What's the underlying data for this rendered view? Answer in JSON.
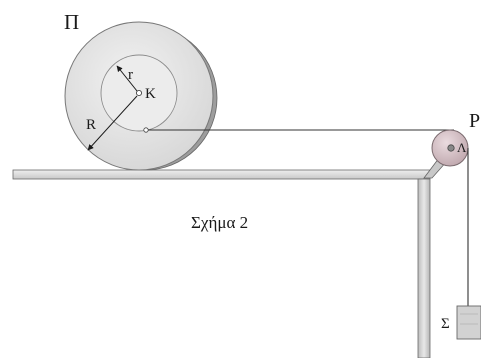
{
  "labels": {
    "wheel": "Π",
    "inner_radius": "r",
    "outer_radius": "R",
    "center": "K",
    "pulley": "P",
    "pulley_center": "Λ",
    "block": "Σ",
    "caption": "Σχήμα 2"
  },
  "colors": {
    "wheel_face": "#e4e4e4",
    "wheel_side": "#9d9d9d",
    "inner_ring": "#ebebeb",
    "pulley_face": "#d9c4c9",
    "table_top": "#dcdcdc",
    "table_leg": "#cfcfcf",
    "block": "#d0d0d0",
    "stroke": "#555555",
    "string": "#333333"
  }
}
